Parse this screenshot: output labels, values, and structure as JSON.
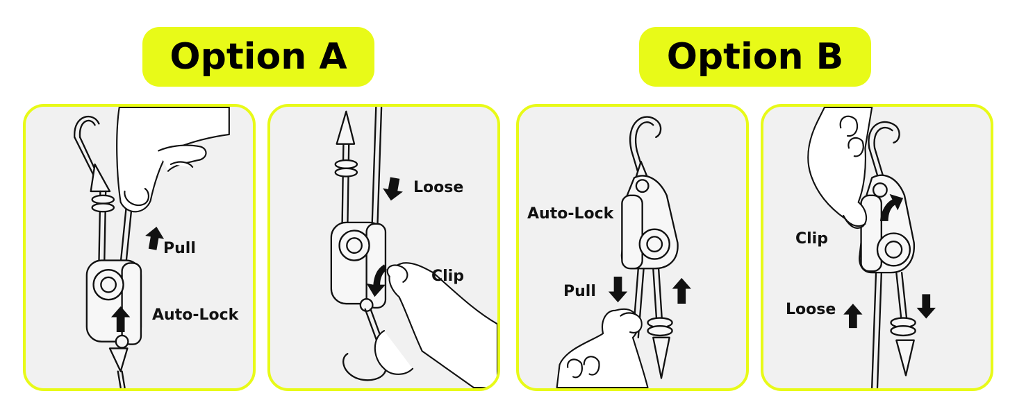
{
  "colors": {
    "accent": "#E8FA18",
    "border": "#E8FA18",
    "panel_bg": "#F1F1F1",
    "ink": "#111111"
  },
  "options": [
    {
      "title": "Option A",
      "panels": [
        {
          "labels": [
            "Pull",
            "Auto-Lock"
          ]
        },
        {
          "labels": [
            "Loose",
            "Clip"
          ]
        }
      ]
    },
    {
      "title": "Option B",
      "panels": [
        {
          "labels": [
            "Auto-Lock",
            "Pull"
          ]
        },
        {
          "labels": [
            "Clip",
            "Loose"
          ]
        }
      ]
    }
  ],
  "icons": [
    "up-arrow-icon",
    "down-arrow-icon",
    "curved-arrow-icon",
    "pulley-icon",
    "hook-icon"
  ]
}
